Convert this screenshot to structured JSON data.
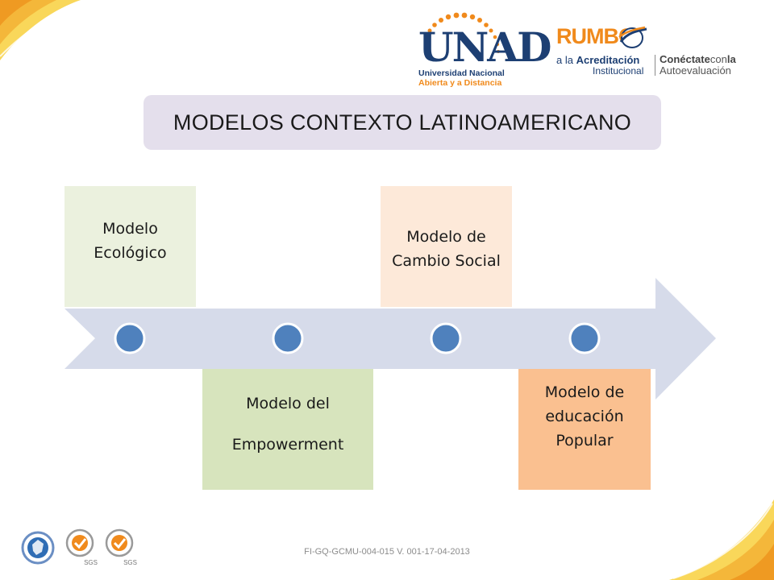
{
  "header": {
    "unad_logo": {
      "wordmark": "UNAD",
      "subtitle_line1": "Universidad Nacional",
      "subtitle_line2": "Abierta y a Distancia"
    },
    "rumbo_logo": {
      "wordmark": "RUMBO",
      "line1_prefix": "a la",
      "line1_bold": "Acreditación",
      "line2": "Institucional",
      "right_bold_1": "Conéctate",
      "right_mid": "con",
      "right_bold_2": "la",
      "right_line2": "Autoevaluación"
    }
  },
  "title": "MODELOS CONTEXTO  LATINOAMERICANO",
  "timeline": {
    "items": [
      {
        "label": "Modelo Ecológico",
        "color": "#ebf1de"
      },
      {
        "label_line1": "Modelo del",
        "label_line2": "Empowerment",
        "color": "#d7e4bd"
      },
      {
        "label": "Modelo de Cambio Social",
        "color": "#fde9d9"
      },
      {
        "label": "Modelo de educación Popular",
        "color": "#fac090"
      }
    ],
    "arrow_color": "#d6dbea",
    "dot_color": "#4f81bd"
  },
  "footer": {
    "code": "FI-GQ-GCMU-004-015  V. 001-17-04-2013",
    "cert_label": "SGS"
  },
  "colors": {
    "brand_blue": "#1d3f73",
    "brand_orange": "#f08a1c",
    "title_bg": "#e4dfec",
    "swoosh_yellow": "#f6c343",
    "swoosh_orange": "#ef9a22"
  }
}
